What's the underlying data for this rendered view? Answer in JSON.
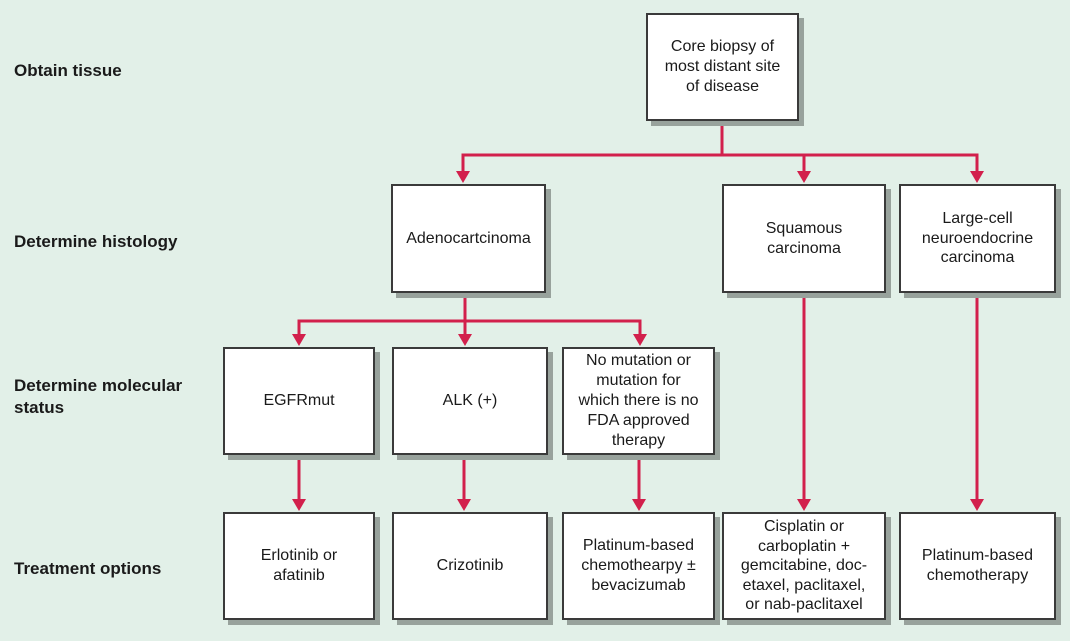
{
  "figure": {
    "title": "Treatment algorithm flowchart",
    "palette": {
      "background": "#e2f0e8",
      "arrow_color": "#d2204c",
      "box_fill": "#ffffff",
      "box_border": "#3a3a3a",
      "box_shadow": "#98a29c",
      "text_color": "#1a1a1a"
    }
  },
  "row_labels": {
    "obtain_tissue": "Obtain tissue",
    "determine_histology": "Determine histology",
    "determine_molecular_status": "Determine molecular status",
    "treatment_options": "Treatment options"
  },
  "nodes": {
    "core_biopsy": "Core biopsy of most distant site of disease",
    "adenocarcinoma": "Adenocartcinoma",
    "squamous": "Squamous carcinoma",
    "large_cell": "Large-cell neuroendocrine carcinoma",
    "egfr": "EGFRmut",
    "alk": "ALK (+)",
    "no_mutation": "No mutation or mutation for which there is no FDA approved therapy",
    "erlotinib": "Erlotinib or afatinib",
    "crizotinib": "Crizotinib",
    "platinum_bev": "Platinum-based chemothearpy ± bevacizumab",
    "cisplatin_combo": "Cisplatin or carboplatin + gemcitabine, doc-etaxel, paclitaxel, or nab-paclitaxel",
    "platinum_chemo": "Platinum-based chemotherapy"
  }
}
